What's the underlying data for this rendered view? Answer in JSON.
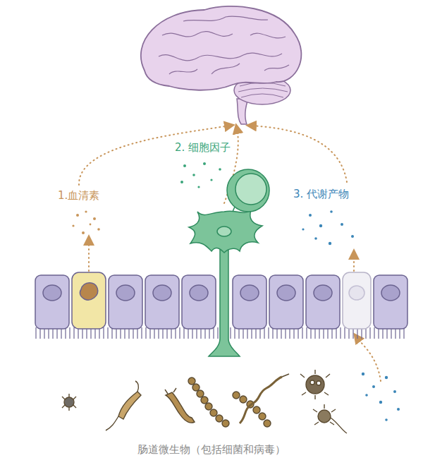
{
  "diagram": {
    "labels": [
      "1.血清素",
      "2. 细胞因子",
      "3. 代谢产物",
      "肠道微生物（包括细菌和病毒）"
    ]
  }
}
